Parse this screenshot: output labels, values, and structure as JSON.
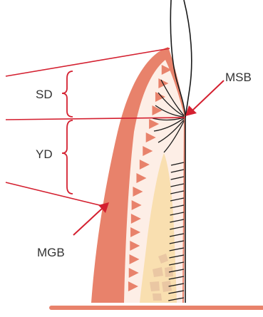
{
  "labels": {
    "sd": "SD",
    "yd": "YD",
    "msb": "MSB",
    "mgb": "MGB"
  },
  "colors": {
    "gingiva": "#e8826b",
    "bone": "#f9dfb0",
    "bone_cell": "#eac7a3",
    "indicator": "#d42030",
    "outline": "#1a1a1a",
    "base": "#e8826b"
  }
}
